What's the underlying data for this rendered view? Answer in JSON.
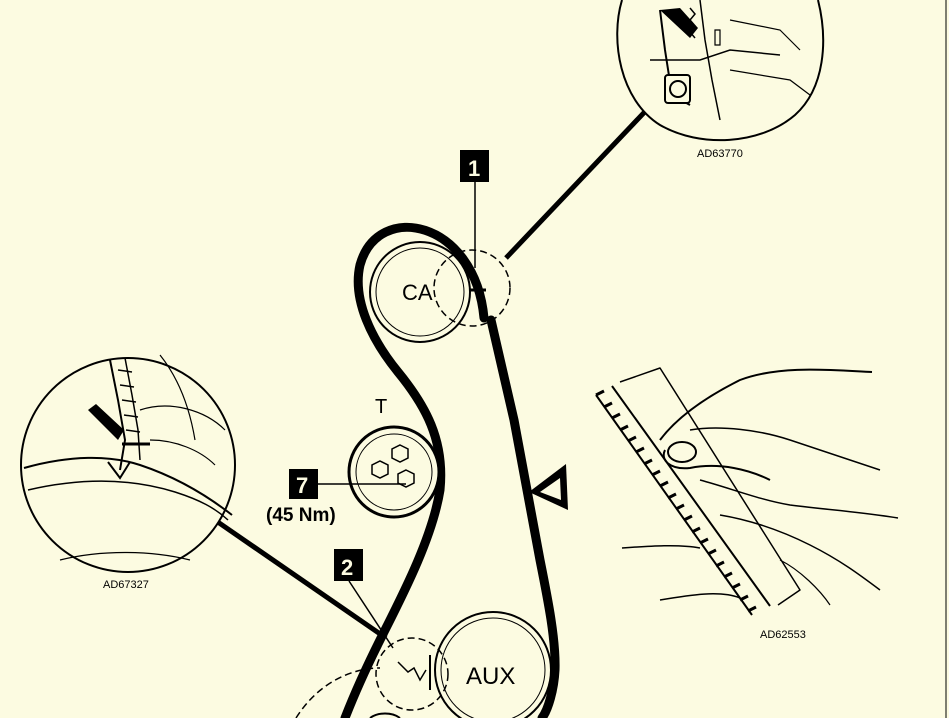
{
  "diagram": {
    "background": "#fcfbe1",
    "ink": "#000000",
    "pulleys": {
      "cam": "CA",
      "tensioner": "T",
      "aux": "AUX"
    },
    "callouts": {
      "one": "1",
      "two": "2",
      "seven": "7",
      "torque": "(45 Nm)"
    },
    "figure_refs": {
      "top_right": "AD63770",
      "left": "AD67327",
      "right": "AD62553"
    },
    "rotation_arrow": "direction-arrow-icon"
  }
}
